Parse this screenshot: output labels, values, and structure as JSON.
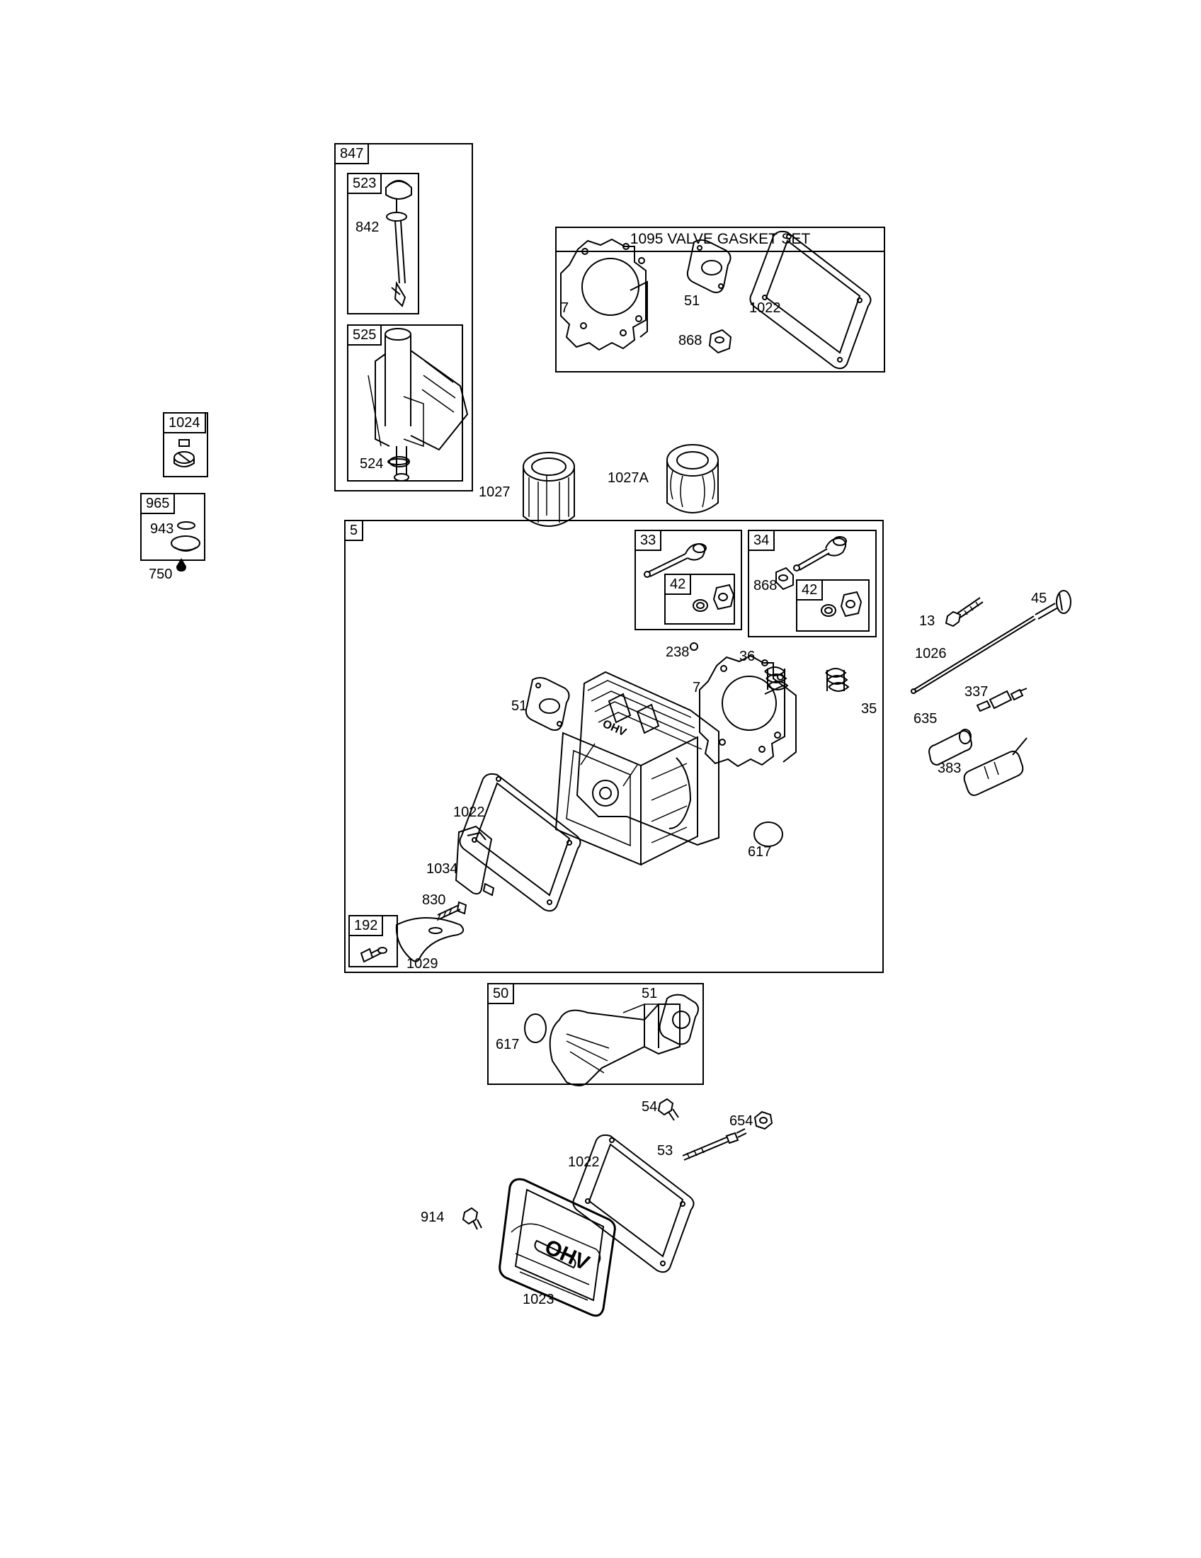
{
  "kit_boxes": {
    "k847": "847",
    "k523": "523",
    "k525": "525",
    "k1024": "1024",
    "k965": "965",
    "k5": "5",
    "k33": "33",
    "k34": "34",
    "k42a": "42",
    "k42b": "42",
    "k192": "192",
    "k50": "50"
  },
  "gasket_set": {
    "title": "1095 VALVE GASKET SET"
  },
  "callouts": {
    "c842": "842",
    "c524": "524",
    "c943": "943",
    "c750": "750",
    "c1027": "1027",
    "c1027A": "1027A",
    "gs7": "7",
    "gs51": "51",
    "gs868": "868",
    "gs1022": "1022",
    "c868b": "868",
    "c13": "13",
    "c45": "45",
    "c1026": "1026",
    "c337": "337",
    "c635": "635",
    "c383": "383",
    "c238": "238",
    "c36": "36",
    "c7": "7",
    "c35": "35",
    "c51": "51",
    "c1022a": "1022",
    "c617a": "617",
    "c1034": "1034",
    "c830": "830",
    "c1029": "1029",
    "c51b": "51",
    "c617b": "617",
    "c54": "54",
    "c654": "654",
    "c53": "53",
    "c1022b": "1022",
    "c914": "914",
    "c1023": "1023"
  },
  "logos": {
    "head_cast": "OHV",
    "cover_emboss": "OHV"
  }
}
